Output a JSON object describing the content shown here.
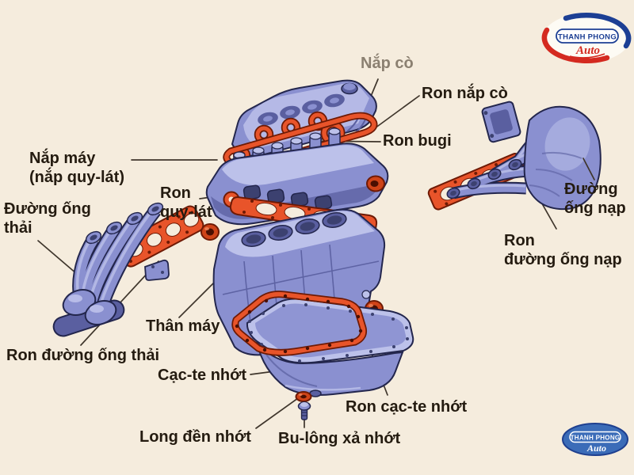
{
  "watermark": {
    "name": "THANH PHONG",
    "sub": "Auto"
  },
  "labels": [
    {
      "id": "nap-co",
      "text": "Nắp cò"
    },
    {
      "id": "ron-nap-co",
      "text": "Ron nắp cò"
    },
    {
      "id": "ron-bugi",
      "text": "Ron bugi"
    },
    {
      "id": "nap-may",
      "text": "Nắp máy\n(nắp quy-lát)"
    },
    {
      "id": "ron-quy-lat",
      "text": "Ron\nquy-lát"
    },
    {
      "id": "duong-ong-thai",
      "text": "Đường ống\nthải"
    },
    {
      "id": "ron-duong-ong-thai",
      "text": "Ron đường ống thải"
    },
    {
      "id": "than-may",
      "text": "Thân máy"
    },
    {
      "id": "cac-te-nhot",
      "text": "Cạc-te nhớt"
    },
    {
      "id": "ron-cac-te-nhot",
      "text": "Ron cạc-te nhớt"
    },
    {
      "id": "long-den-nhot",
      "text": "Long đền nhớt"
    },
    {
      "id": "bu-long-xa-nhot",
      "text": "Bu-lông xả nhớt"
    },
    {
      "id": "duong-ong-nap",
      "text": "Đường\nống nạp"
    },
    {
      "id": "ron-duong-ong-nap",
      "text": "Ron\nđường ống nạp"
    }
  ],
  "colors": {
    "background": "#f5ecdd",
    "part_blue": "#8a90d0",
    "part_blue_light": "#bcc1ea",
    "part_blue_dark": "#5a5fa0",
    "part_blue_deep": "#3c4170",
    "outline": "#23264d",
    "gasket_orange": "#e8542a",
    "gasket_orange_dark": "#6e1a05",
    "gasket_hole_dark": "#4a0f02",
    "seal_red": "#cf4318",
    "label_dark": "#241b10",
    "label_muted": "#8b8071",
    "pointer": "#3f362c",
    "logo_blue": "#1c3f94",
    "logo_red": "#d42a20",
    "logo_fill": "#3b6cb8",
    "logo_bg": "#fdfbf4"
  }
}
